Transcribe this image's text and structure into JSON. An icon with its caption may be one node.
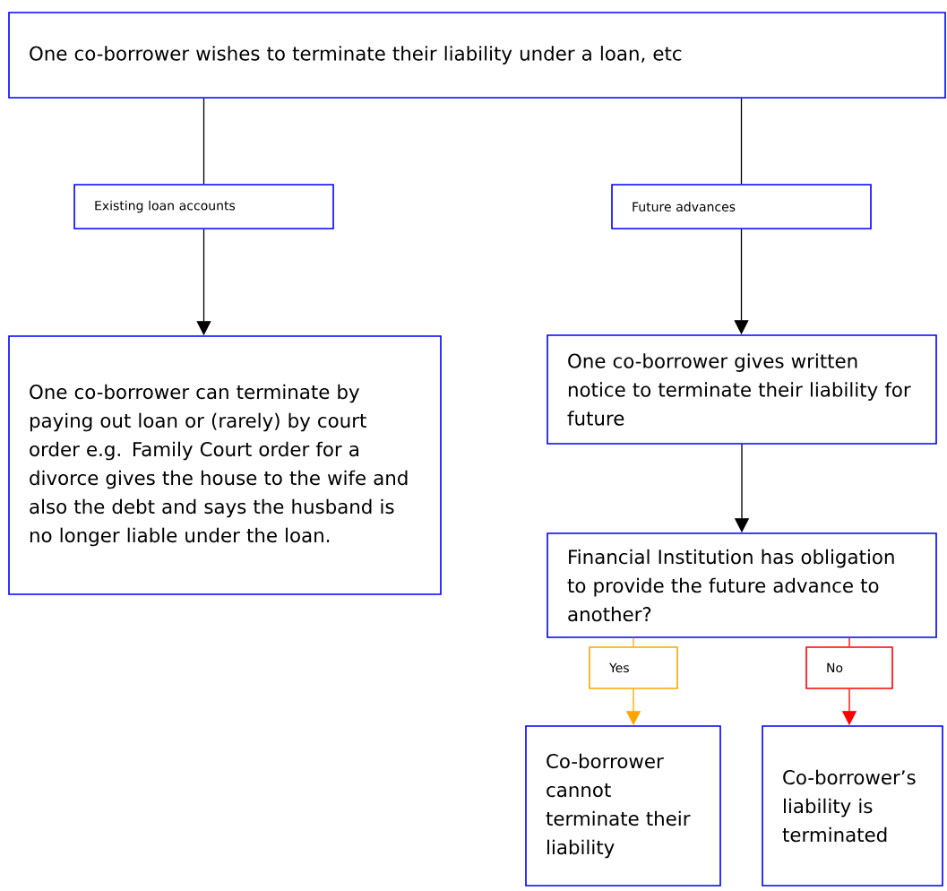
{
  "diagram": {
    "nodes": [
      {
        "text": [
          "One co-borrower wishes to terminate their liability under a loan, etc"
        ]
      },
      {
        "text": [
          "Existing loan accounts"
        ]
      },
      {
        "text": [
          "Future advances"
        ]
      },
      {
        "text": [
          "One co-borrower can terminate by paying out loan or (rarely) by court order e.g. Family Court order for a divorce gives the house to the wife and also the debt and says the husband is no longer liable under the loan."
        ]
      },
      {
        "text": [
          "One co-borrower gives written notice to terminate their liability for future"
        ]
      },
      {
        "text": [
          "Financial Institution has obligation to provide the future advance to another?"
        ]
      },
      {
        "text": [
          "Yes"
        ]
      },
      {
        "text": [
          "No"
        ]
      },
      {
        "text": [
          "Co-borrower cannot terminate their liability"
        ]
      },
      {
        "text": [
          "Co-borrower’s liability is terminated"
        ]
      }
    ],
    "edges": [
      {
        "from": 0,
        "to": 1,
        "arrow": "none"
      },
      {
        "from": 1,
        "to": 3,
        "arrow": "to"
      },
      {
        "from": 0,
        "to": 2,
        "arrow": "none"
      },
      {
        "from": 2,
        "to": 4,
        "arrow": "to"
      },
      {
        "from": 4,
        "to": 5,
        "arrow": "to"
      },
      {
        "from": 5,
        "to": 6,
        "arrow": "none",
        "color": "#ffa500"
      },
      {
        "from": 6,
        "to": 8,
        "arrow": "to",
        "color": "#ffa500"
      },
      {
        "from": 5,
        "to": 7,
        "arrow": "none",
        "color": "#ff0000"
      },
      {
        "from": 7,
        "to": 9,
        "arrow": "to",
        "color": "#ff0000"
      }
    ]
  }
}
